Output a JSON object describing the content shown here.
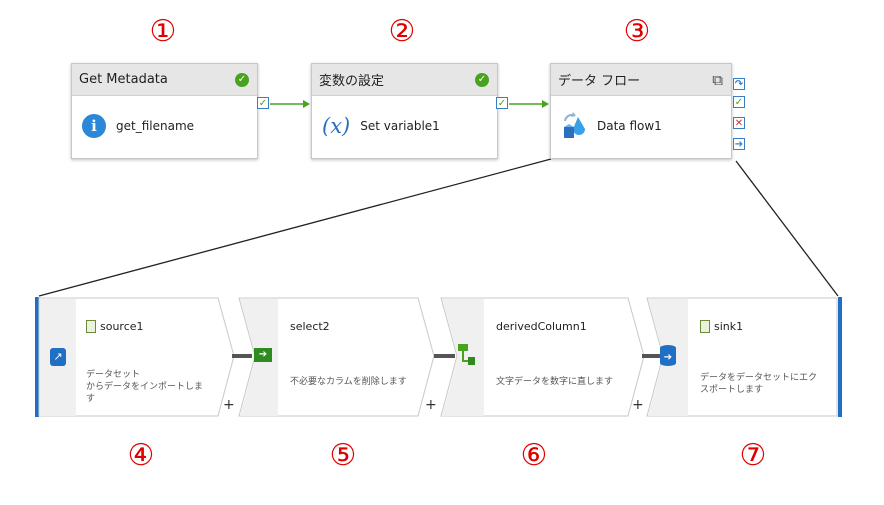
{
  "markers": {
    "m1": "①",
    "m2": "②",
    "m3": "③",
    "m4": "④",
    "m5": "⑤",
    "m6": "⑥",
    "m7": "⑦"
  },
  "pipeline": {
    "activities": [
      {
        "type": "Get Metadata",
        "name": "get_filename",
        "icon": "info-icon",
        "status": "succeeded"
      },
      {
        "type": "変数の設定",
        "name": "Set variable1",
        "icon": "variable-icon",
        "status": "succeeded"
      },
      {
        "type": "データ フロー",
        "name": "Data flow1",
        "icon": "dataflow-icon",
        "status": ""
      }
    ]
  },
  "dataflow": {
    "steps": [
      {
        "name": "source1",
        "description": "データセット\nからデータをインポートしま\nす",
        "icon": "source-icon"
      },
      {
        "name": "select2",
        "description": "不必要なカラムを削除します",
        "icon": "select-icon"
      },
      {
        "name": "derivedColumn1",
        "description": "文字データを数字に直します",
        "icon": "derived-column-icon"
      },
      {
        "name": "sink1",
        "description": "データをデータセットにエク\nスポートします",
        "icon": "sink-icon"
      }
    ],
    "add_label": "+"
  },
  "colors": {
    "success": "#4aa31e",
    "link": "#3b7dc4",
    "error": "#d13438",
    "marker": "#e00000",
    "border_accent": "#1f6fc5"
  }
}
